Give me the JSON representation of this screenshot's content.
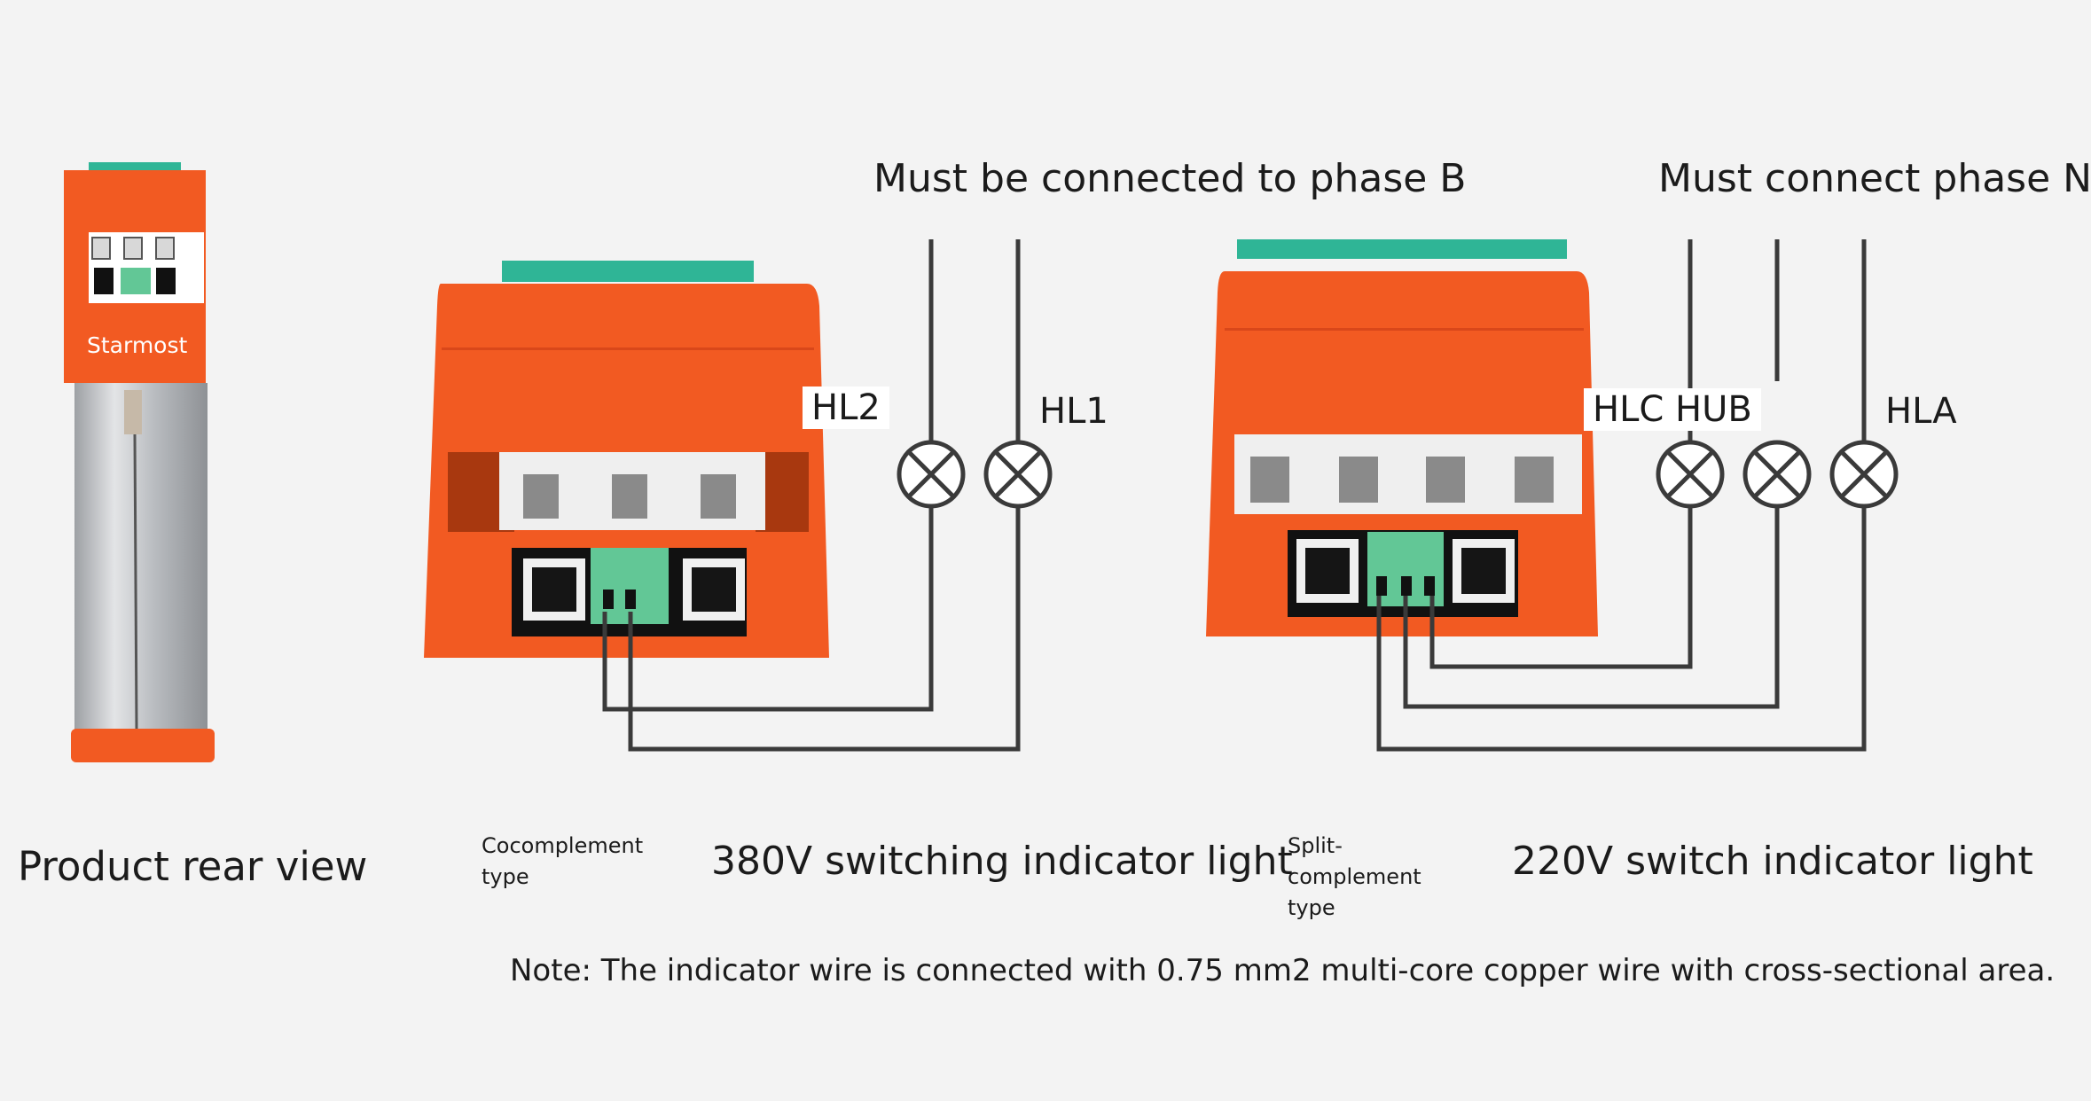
{
  "labels": {
    "phase_b": "Must be connected to phase B",
    "phase_n": "Must connect phase N",
    "hl2": "HL2",
    "hl1": "HL1",
    "hlc_hub": "HLC HUB",
    "hla": "HLA",
    "product_rear_view": "Product rear view",
    "cocomplement_type": "Cocomplement type",
    "split_complement_type": "Split-complement type",
    "v380": "380V switching indicator light",
    "v220": "220V switch indicator light",
    "note": "Note: The indicator wire is connected with 0.75 mm2 multi-core copper wire with cross-sectional area.",
    "brand": "Starmost"
  },
  "colors": {
    "orange": "#f25a22",
    "orange_dark": "#d9471a",
    "teal": "#2fb596",
    "green_terminal": "#62c796",
    "wire": "#3a3a3a",
    "background": "#f3f3f3"
  },
  "icons": {
    "lamp": "lamp-icon",
    "rj_port": "rj-port-icon",
    "terminal": "terminal-block-icon"
  }
}
